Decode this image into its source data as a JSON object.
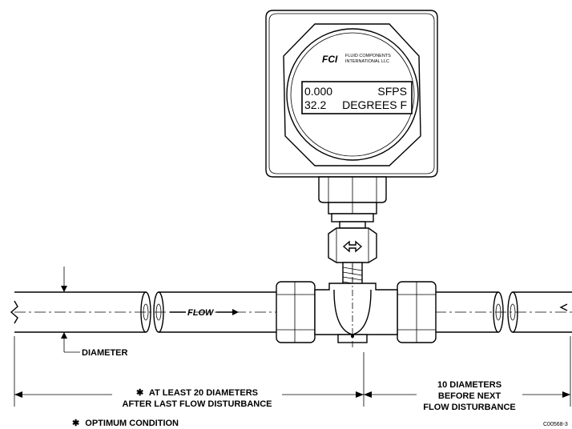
{
  "instrument": {
    "logo": "FCI",
    "brand_line1": "FLUID COMPONENTS",
    "brand_line2": "INTERNATIONAL LLC",
    "display_value1": "0.000",
    "display_unit1": "SFPS",
    "display_value2": "32.2",
    "display_unit2": "DEGREES F"
  },
  "labels": {
    "flow": "FLOW",
    "diameter": "DIAMETER",
    "upstream_line1": "AT LEAST 20 DIAMETERS",
    "upstream_line2": "AFTER LAST FLOW DISTURBANCE",
    "downstream_line1": "10 DIAMETERS",
    "downstream_line2": "BEFORE NEXT",
    "downstream_line3": "FLOW DISTURBANCE",
    "optimum": "OPTIMUM CONDITION",
    "asterisk": "✱",
    "drawing_code": "C00568-3"
  }
}
